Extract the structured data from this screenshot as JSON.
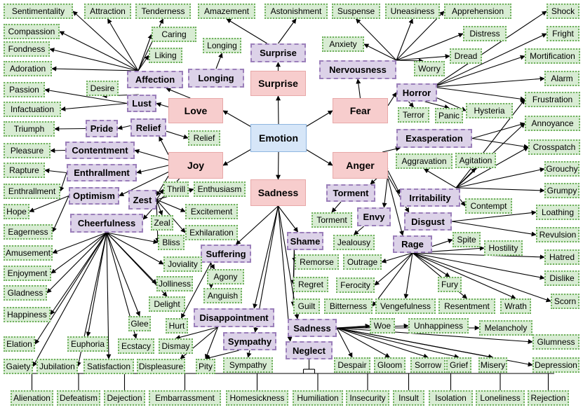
{
  "root": "Emotion",
  "primary": [
    "Love",
    "Surprise",
    "Fear",
    "Joy",
    "Sadness",
    "Anger"
  ],
  "secondary": [
    "Affection",
    "Longing",
    "Surprise",
    "Lust",
    "Nervousness",
    "Horror",
    "Pride",
    "Relief",
    "Contentment",
    "Exasperation",
    "Enthrallment",
    "Optimism",
    "Zest",
    "Torment",
    "Irritability",
    "Cheerfulness",
    "Envy",
    "Disgust",
    "Suffering",
    "Shame",
    "Rage",
    "Disappointment",
    "Sympathy",
    "Sadness",
    "Neglect"
  ],
  "tertiary": [
    "Sentimentality",
    "Attraction",
    "Tenderness",
    "Amazement",
    "Astonishment",
    "Suspense",
    "Uneasiness",
    "Apprehension",
    "Shock",
    "Compassion",
    "Caring",
    "Distress",
    "Fright",
    "Fondness",
    "Longing",
    "Anxiety",
    "Liking",
    "Dread",
    "Mortification",
    "Adoration",
    "Worry",
    "Alarm",
    "Passion",
    "Desire",
    "Frustration",
    "Infactuation",
    "Terror",
    "Panic",
    "Hysteria",
    "Annoyance",
    "Triumph",
    "Relief",
    "Crosspatch",
    "Pleasure",
    "Aggravation",
    "Agitation",
    "Grouchy",
    "Rapture",
    "Thrill",
    "Enthusiasm",
    "Grumpy",
    "Enthrallment",
    "Contempt",
    "Hope",
    "Excitement",
    "Loathing",
    "Eagerness",
    "Zeal",
    "Exhilaration",
    "Torment",
    "Revulsion",
    "Jealousy",
    "Spite",
    "Hostility",
    "Bliss",
    "Amusement",
    "Remorse",
    "Outrage",
    "Hatred",
    "Joviality",
    "Agony",
    "Enjoyment",
    "Regret",
    "Ferocity",
    "Dislike",
    "Fury",
    "Jolliness",
    "Gladness",
    "Anguish",
    "Scorn",
    "Guilt",
    "Delight",
    "Bitterness",
    "Vengefulness",
    "Resentment",
    "Wrath",
    "Happiness",
    "Glee",
    "Hurt",
    "Woe",
    "Unhappiness",
    "Melancholy",
    "Elation",
    "Euphoria",
    "Ecstacy",
    "Dismay",
    "Glumness",
    "Despair",
    "Gloom",
    "Sorrow",
    "Grief",
    "Misery",
    "Depression",
    "Gaiety",
    "Jubilation",
    "Satisfaction",
    "Displeasure",
    "Pity",
    "Sympathy",
    "Alienation",
    "Defeatism",
    "Dejection",
    "Embarrassment",
    "Homesickness",
    "Humiliation",
    "Insecurity",
    "Insult",
    "Isolation",
    "Loneliness",
    "Rejection"
  ],
  "colors": {
    "root_fill": "#d6e6f8",
    "root_border": "#8fb6e0",
    "primary_fill": "#f7cdcd",
    "primary_border": "#e7a8a8",
    "secondary_fill": "#dcd2e8",
    "secondary_border": "#9b7fba",
    "tertiary_fill": "#d8ecd3",
    "tertiary_border": "#6fb05d",
    "edge": "#000000"
  }
}
